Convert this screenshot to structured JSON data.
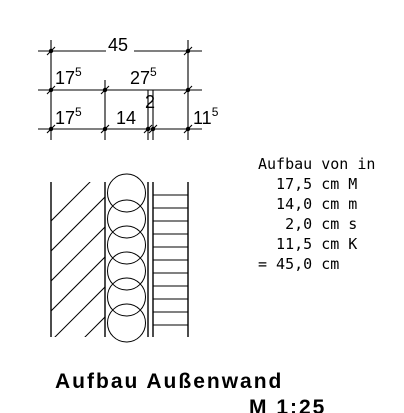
{
  "dimensions": {
    "total": "45",
    "row1": [
      {
        "base": "17",
        "sup": "5"
      },
      {
        "base": "27",
        "sup": "5"
      }
    ],
    "row2_gap": "2",
    "row3": [
      {
        "base": "17",
        "sup": "5"
      },
      {
        "base": "14",
        "sup": ""
      },
      {
        "base": "11",
        "sup": "5"
      }
    ]
  },
  "legend": {
    "heading": "Aufbau von in",
    "lines": [
      "  17,5 cm M",
      "  14,0 cm m",
      "   2,0 cm s",
      "  11,5 cm K",
      "= 45,0 cm"
    ]
  },
  "title": {
    "main": "Aufbau Außenwand",
    "scale": "M 1:25"
  }
}
